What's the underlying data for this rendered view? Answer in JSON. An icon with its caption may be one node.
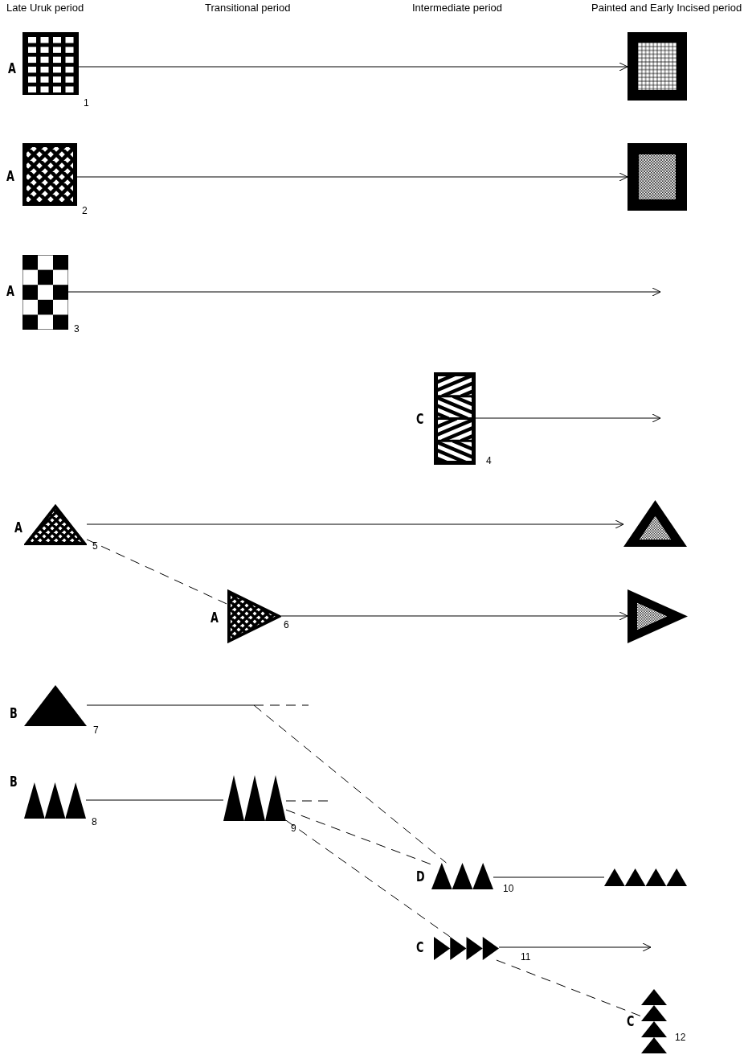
{
  "diagram": {
    "nodes": [
      {
        "text": [],
        "shape": "picture",
        "beside": [
          "A",
          "1"
        ]
      },
      {
        "text": [],
        "shape": "picture"
      },
      {
        "text": [],
        "shape": "picture",
        "beside": [
          "A",
          "2"
        ]
      },
      {
        "text": [],
        "shape": "picture"
      },
      {
        "text": [],
        "shape": "picture",
        "beside": [
          "A",
          "3"
        ]
      },
      {
        "text": [],
        "shape": "picture",
        "beside": [
          "C",
          "4"
        ]
      },
      {
        "text": [],
        "shape": "picture",
        "beside": [
          "A",
          "5"
        ]
      },
      {
        "text": [],
        "shape": "picture"
      },
      {
        "text": [],
        "shape": "picture",
        "beside": [
          "A",
          "6"
        ]
      },
      {
        "text": [],
        "shape": "picture"
      },
      {
        "text": [],
        "shape": "picture",
        "beside": [
          "B",
          "7"
        ]
      },
      {
        "text": [],
        "shape": "picture",
        "beside": [
          "B",
          "8"
        ]
      },
      {
        "text": [],
        "shape": "picture",
        "beside": [
          "9"
        ]
      },
      {
        "text": [],
        "shape": "picture",
        "beside": [
          "D",
          "10"
        ]
      },
      {
        "text": [],
        "shape": "picture"
      },
      {
        "text": [],
        "shape": "picture",
        "beside": [
          "C",
          "11"
        ]
      },
      {
        "text": [],
        "shape": "picture",
        "beside": [
          "C",
          "12"
        ]
      }
    ],
    "edges": [
      {
        "from": 0,
        "to": 1,
        "arrow": "to"
      },
      {
        "from": 2,
        "to": 3,
        "arrow": "to"
      },
      {
        "from": 4,
        "to": null,
        "arrow": "to"
      },
      {
        "from": 5,
        "to": null,
        "arrow": "to"
      },
      {
        "from": 6,
        "to": 7,
        "arrow": "to"
      },
      {
        "from": 6,
        "to": 8,
        "arrow": "none",
        "style": "dashed"
      },
      {
        "from": 8,
        "to": 9,
        "arrow": "to"
      },
      {
        "from": 10,
        "to": null,
        "arrow": "none"
      },
      {
        "from": 10,
        "to": null,
        "arrow": "none",
        "style": "dashed"
      },
      {
        "from": 10,
        "to": 13,
        "arrow": "none",
        "style": "dashed"
      },
      {
        "from": 11,
        "to": 12,
        "arrow": "none"
      },
      {
        "from": 12,
        "to": null,
        "arrow": "none",
        "style": "dashed"
      },
      {
        "from": 12,
        "to": 13,
        "arrow": "none",
        "style": "dashed"
      },
      {
        "from": 12,
        "to": 15,
        "arrow": "none",
        "style": "dashed"
      },
      {
        "from": 13,
        "to": 14,
        "arrow": "none"
      },
      {
        "from": 15,
        "to": null,
        "arrow": "to"
      },
      {
        "from": 15,
        "to": 16,
        "arrow": "none",
        "style": "dashed"
      }
    ],
    "labels": [
      "Late Uruk period",
      "Transitional period",
      "Intermediate period",
      "Painted and Early Incised period"
    ]
  }
}
